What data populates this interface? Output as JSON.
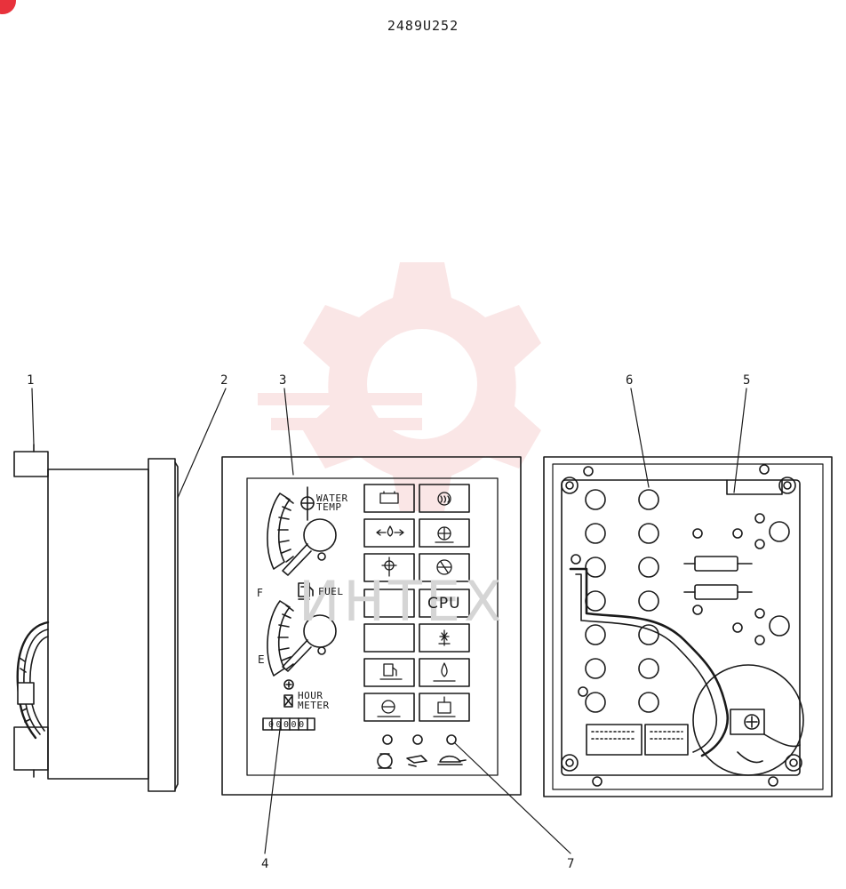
{
  "document_code": "2489U252",
  "callouts": [
    "1",
    "2",
    "3",
    "4",
    "5",
    "6",
    "7"
  ],
  "panel": {
    "water_temp_label": [
      "WATER",
      "TEMP"
    ],
    "fuel_label": "FUEL",
    "gauge_full": "F",
    "gauge_empty": "E",
    "hour_meter_label": [
      "HOUR",
      "METER"
    ],
    "hour_meter_digits": "00000",
    "cpu_label": "CPU"
  },
  "watermark": {
    "text": "ИНТЕХ",
    "color": "#f2b8b8"
  },
  "badge_color": "#e8323c"
}
